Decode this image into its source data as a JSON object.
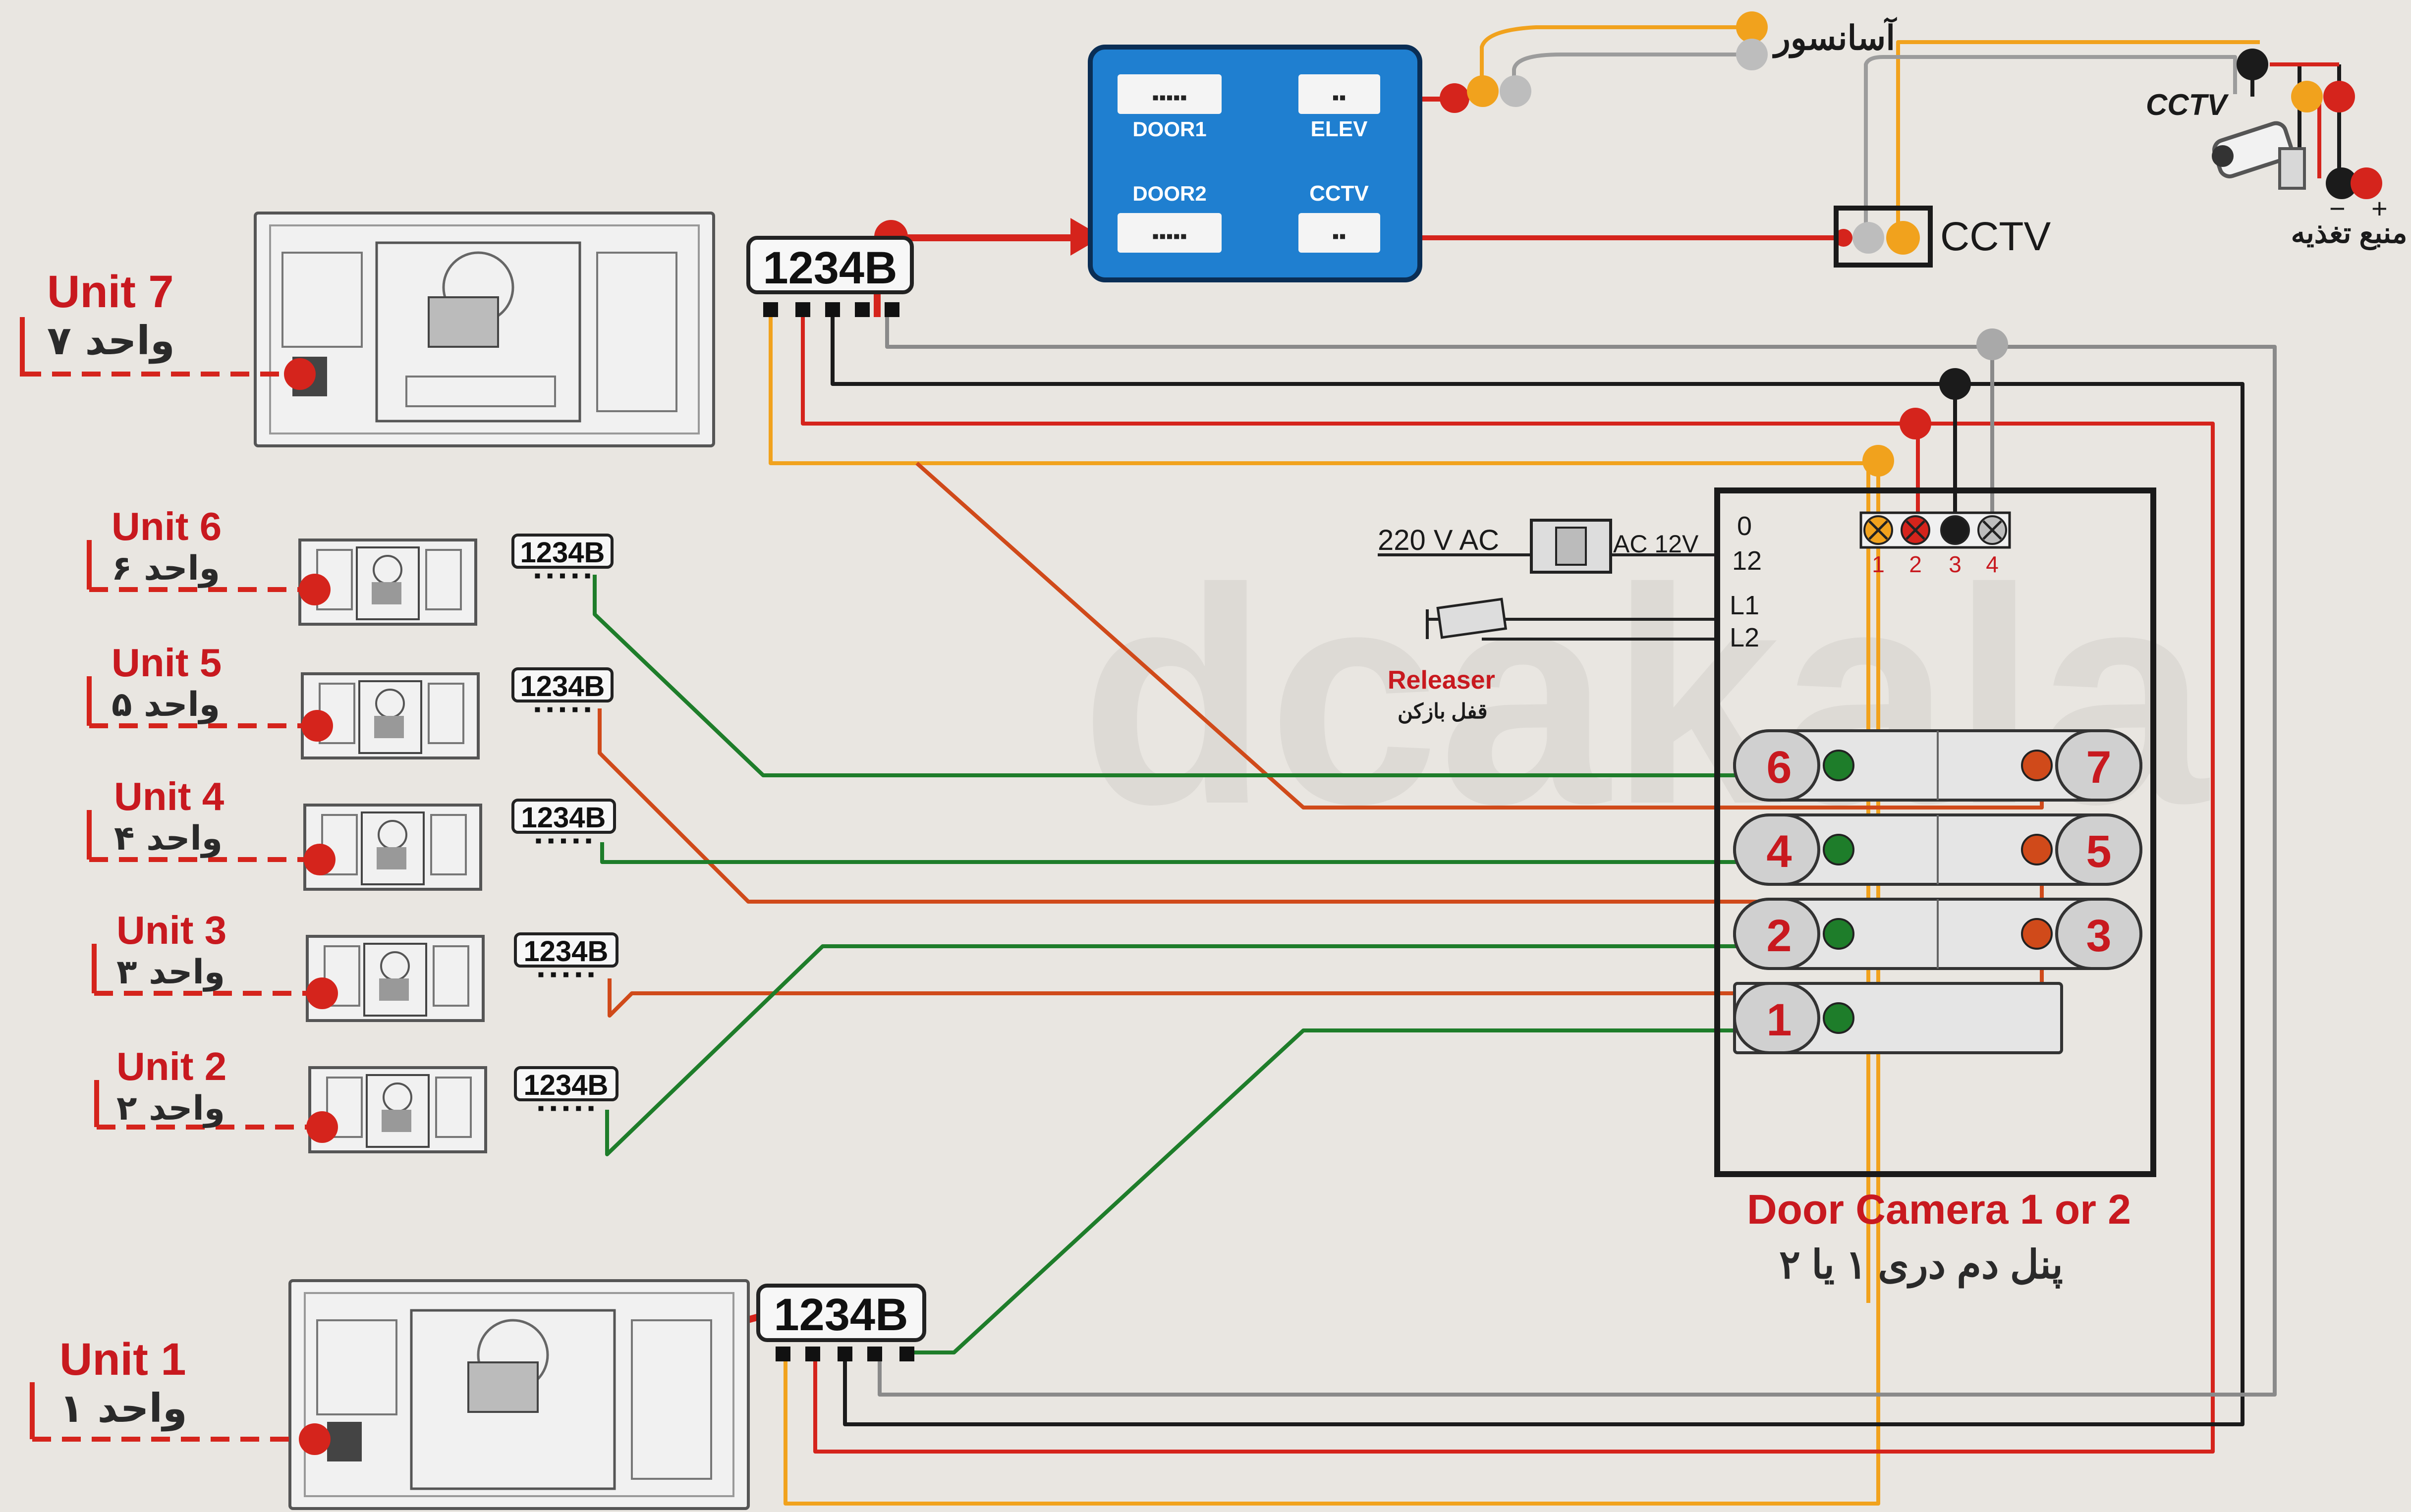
{
  "units": [
    {
      "id": "7",
      "en": "Unit 7",
      "fa": "واحد ۷"
    },
    {
      "id": "6",
      "en": "Unit 6",
      "fa": "واحد ۶"
    },
    {
      "id": "5",
      "en": "Unit 5",
      "fa": "واحد ۵"
    },
    {
      "id": "4",
      "en": "Unit 4",
      "fa": "واحد ۴"
    },
    {
      "id": "3",
      "en": "Unit 3",
      "fa": "واحد ۳"
    },
    {
      "id": "2",
      "en": "Unit 2",
      "fa": "واحد ۲"
    },
    {
      "id": "1",
      "en": "Unit 1",
      "fa": "واحد ۱"
    }
  ],
  "connector_label": "1234B",
  "distributor": {
    "door1": "DOOR1",
    "door2": "DOOR2",
    "elev": "ELEV",
    "cctv": "CCTV"
  },
  "elevator_label": "آسانسور",
  "cctv_box_label": "CCTV",
  "camera_label": "CCTV",
  "power_supply_label": "منبع تغذیه",
  "power": {
    "ac_in": "220 V AC",
    "ac_out": "AC 12V",
    "t0": "0",
    "t12": "12",
    "l1": "L1",
    "l2": "L2"
  },
  "releaser": {
    "en": "Releaser",
    "fa": "قفل بازکن"
  },
  "door_panel": {
    "terminals": [
      "1",
      "2",
      "3",
      "4"
    ],
    "buttons_left": [
      "6",
      "4",
      "2",
      "1"
    ],
    "buttons_right": [
      "7",
      "5",
      "3"
    ],
    "title_en": "Door Camera 1 or 2",
    "title_fa": "پنل دم دری ۱ یا ۲"
  },
  "watermark": "dcakala",
  "colors": {
    "blue": "#1f7fd0",
    "red": "#d5241c",
    "orange": "#f1a21d",
    "black": "#1b1b1b",
    "gray": "#9c9c9c",
    "green": "#1e7d2a",
    "wire_red": "#d04a1a"
  }
}
